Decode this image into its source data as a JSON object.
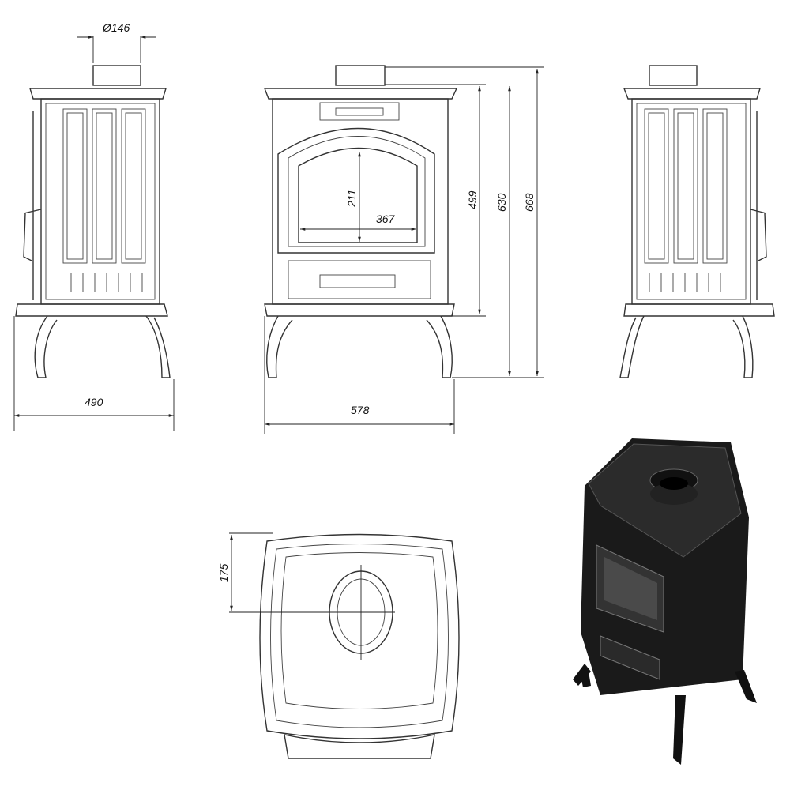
{
  "title": "Stove technical drawing",
  "dimensions": {
    "flue_diameter": "Ø146",
    "depth": "490",
    "width": "578",
    "door_height": "211",
    "door_width": "367",
    "flue_outlet_height": "499",
    "body_height": "630",
    "total_height": "668",
    "flue_offset": "175"
  },
  "colors": {
    "line": "#333333",
    "render": "#1a1a1a"
  }
}
